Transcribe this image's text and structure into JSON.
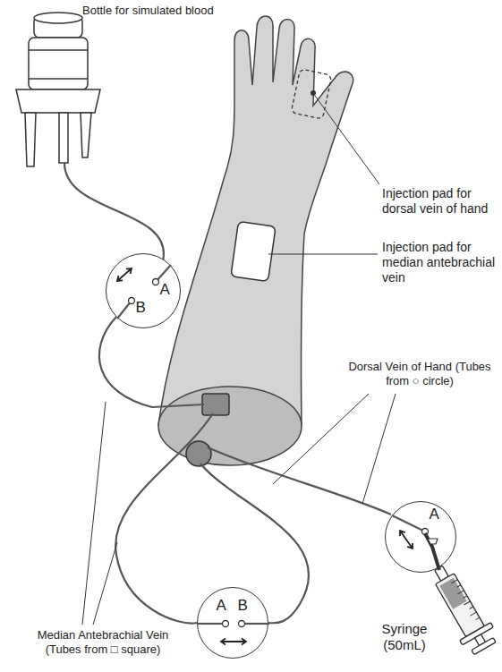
{
  "diagram": {
    "nodes": [
      {
        "text": [
          "A",
          "B"
        ]
      },
      {
        "text": [
          "A",
          "B"
        ]
      },
      {
        "text": [
          "A"
        ]
      }
    ],
    "labels": [
      "Bottle for simulated blood",
      "Injection pad for dorsal vein of hand",
      "Injection pad for median antebrachial vein",
      "Dorsal Vein of Hand (Tubes from ○ circle)",
      "Median Antebrachial Vein (Tubes from □ square)",
      "Syringe (50mL)"
    ]
  }
}
